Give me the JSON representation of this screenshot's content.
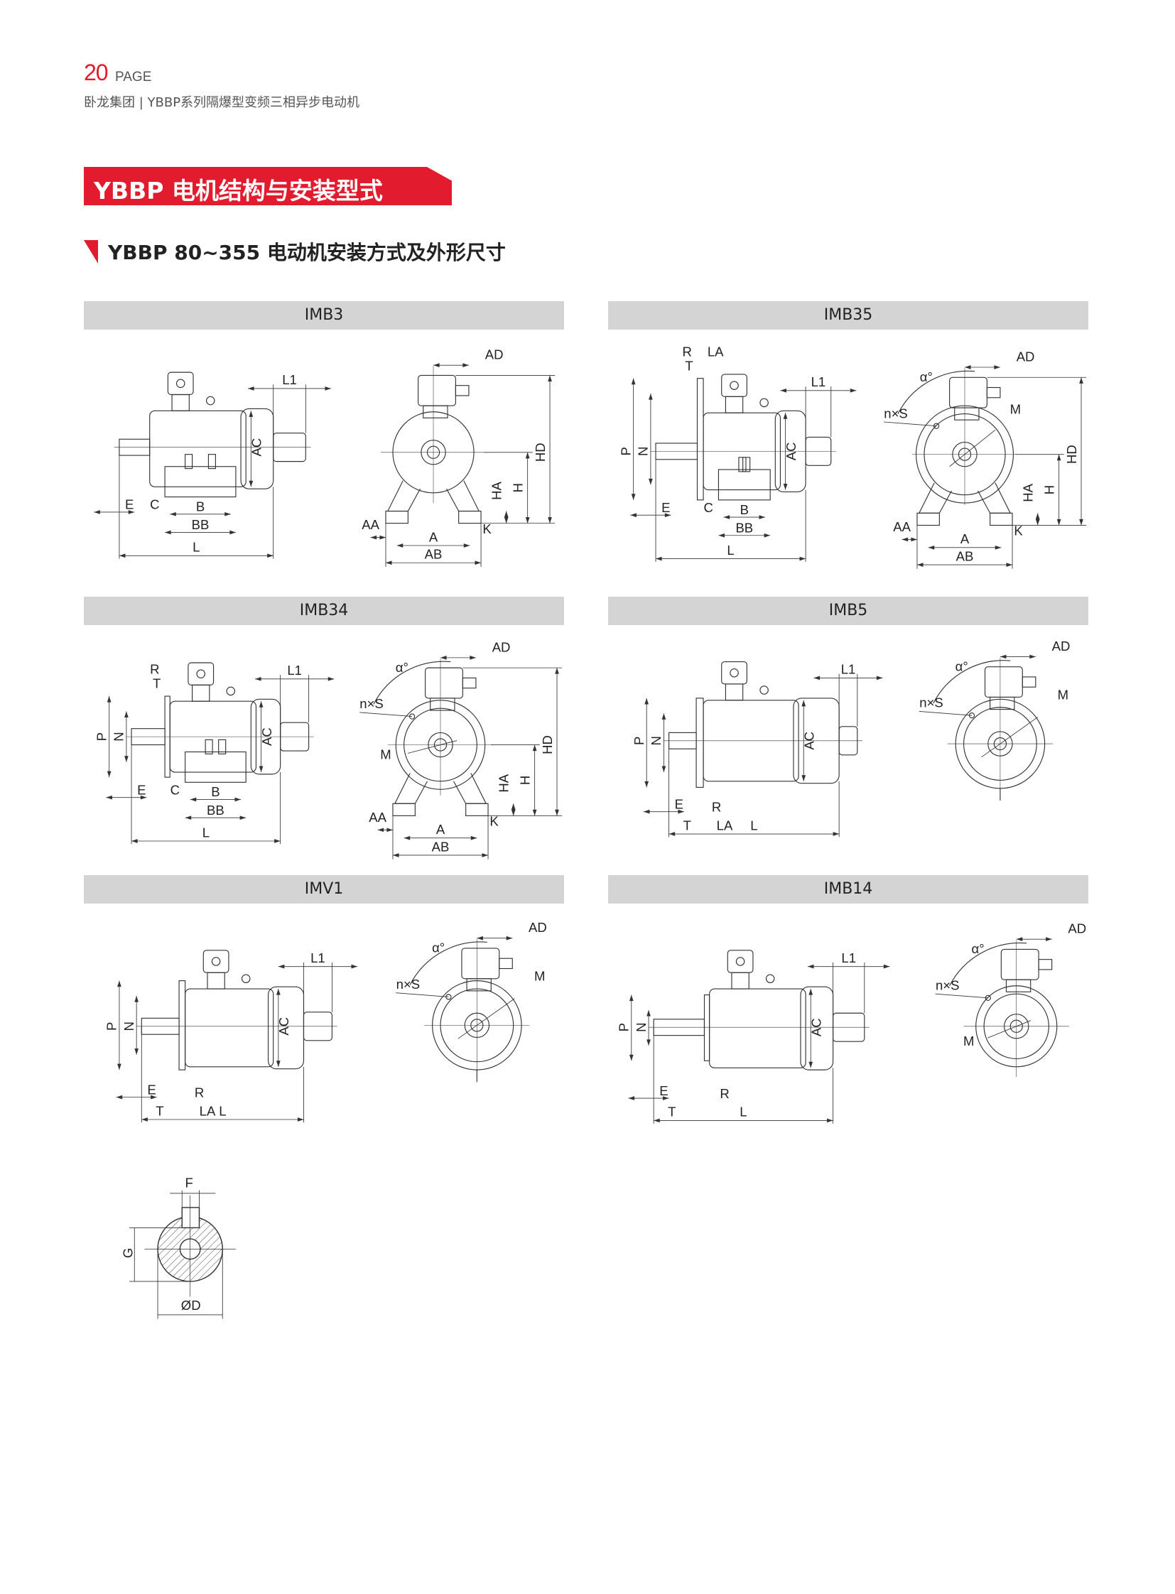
{
  "header": {
    "page_number": "20",
    "page_label": "PAGE",
    "subtitle": "卧龙集团 | YBBP系列隔爆型变频三相异步电动机"
  },
  "section_title": "YBBP 电机结构与安装型式",
  "subsection_title": "YBBP 80~355 电动机安装方式及外形尺寸",
  "colors": {
    "accent": "#e31b2e",
    "bar": "#d4d4d4",
    "line": "#333333"
  },
  "panels": [
    {
      "title": "IMB3",
      "type": "B3",
      "side_labels": [
        "E",
        "C",
        "B",
        "BB",
        "L",
        "L1",
        "AC"
      ],
      "front_labels": [
        "AD",
        "HD",
        "HA",
        "H",
        "AA",
        "K",
        "A",
        "AB"
      ]
    },
    {
      "title": "IMB35",
      "type": "B35",
      "side_labels": [
        "R",
        "T",
        "LA",
        "P",
        "N",
        "E",
        "C",
        "B",
        "BB",
        "L",
        "L1",
        "AC"
      ],
      "front_labels": [
        "α°",
        "n×S",
        "M",
        "AD",
        "HD",
        "HA",
        "H",
        "AA",
        "K",
        "A",
        "AB"
      ]
    },
    {
      "title": "IMB34",
      "type": "B34",
      "side_labels": [
        "R",
        "T",
        "P",
        "N",
        "E",
        "C",
        "B",
        "BB",
        "L",
        "L1",
        "AC"
      ],
      "front_labels": [
        "α°",
        "n×S",
        "M",
        "AD",
        "HD",
        "HA",
        "H",
        "AA",
        "K",
        "A",
        "AB"
      ]
    },
    {
      "title": "IMB5",
      "type": "B5",
      "side_labels": [
        "P",
        "N",
        "E",
        "R",
        "T",
        "LA",
        "L",
        "L1",
        "AC"
      ],
      "front_labels": [
        "α°",
        "AD",
        "n×S",
        "M"
      ]
    },
    {
      "title": "IMV1",
      "type": "V1",
      "side_labels": [
        "P",
        "N",
        "E",
        "R",
        "T",
        "LA",
        "L",
        "L1",
        "AC"
      ],
      "front_labels": [
        "α°",
        "AD",
        "n×S",
        "M"
      ]
    },
    {
      "title": "IMB14",
      "type": "B14",
      "side_labels": [
        "P",
        "N",
        "E",
        "R",
        "T",
        "L",
        "L1",
        "AC"
      ],
      "front_labels": [
        "α°",
        "AD",
        "n×S",
        "M"
      ]
    }
  ],
  "shaft_section": {
    "F": "F",
    "G": "G",
    "D": "ØD"
  }
}
